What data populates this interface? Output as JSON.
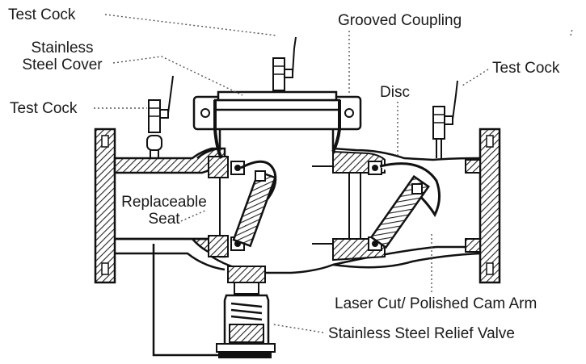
{
  "labels": {
    "test_cock_top": "Test Cock",
    "stainless_cover_line1": "Stainless",
    "stainless_cover_line2": "Steel Cover",
    "test_cock_left": "Test Cock",
    "grooved_coupling": "Grooved Coupling",
    "test_cock_right": "Test Cock",
    "disc": "Disc",
    "replaceable_seat_line1": "Replaceable",
    "replaceable_seat_line2": "Seat",
    "cam_arm": "Laser Cut/ Polished Cam Arm",
    "relief_valve": "Stainless Steel Relief Valve"
  },
  "colors": {
    "ink": "#111111",
    "hatch": "#333333",
    "paper": "#ffffff",
    "leader": "#555555"
  }
}
